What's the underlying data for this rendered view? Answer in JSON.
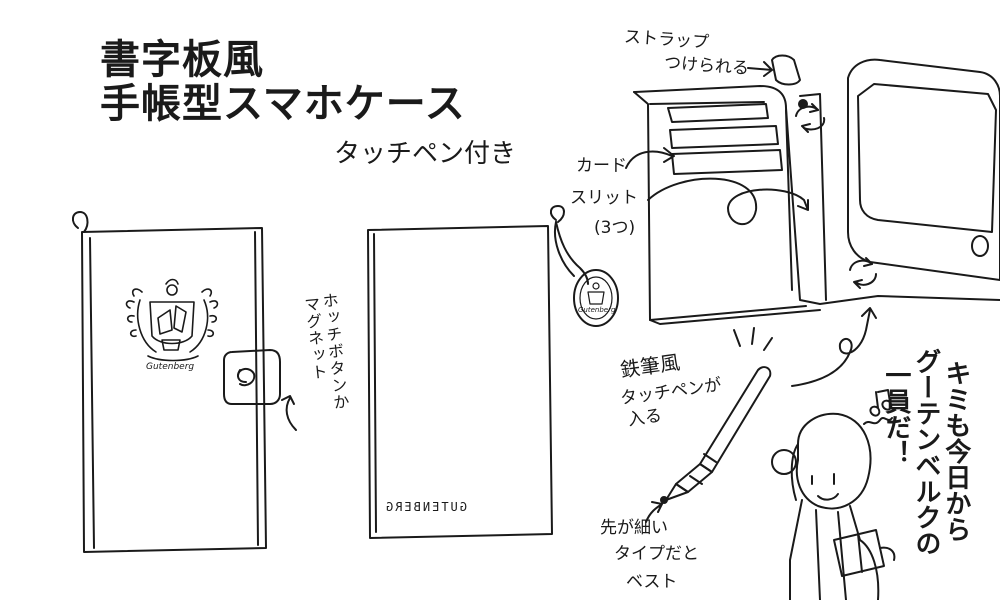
{
  "heading": {
    "title_line1": "書字板風",
    "title_line2": "手帳型スマホケース",
    "subtitle": "タッチペン付き"
  },
  "annotations": {
    "strap_line1": "ストラップ",
    "strap_line2": "つけられる",
    "card_line1": "カード",
    "card_line2": "スリット",
    "card_line3": "(3つ)",
    "magnet_col1": "ホッチボタンか",
    "magnet_col2": "マグネット",
    "pen_line1": "鉄筆風",
    "pen_line2": "タッチペンが",
    "pen_line3": "入る",
    "tip_line1": "先が細い",
    "tip_line2": "タイプだと",
    "tip_line3": "ベスト"
  },
  "slogan": {
    "col1": "キミも今日から",
    "col2": "グーテンベルクの",
    "col3": "一員だ！"
  },
  "brand": {
    "cover_text": "Gutenberg",
    "mirrored_text": "GUTENBERG",
    "charm_text": "Gutenberg"
  }
}
